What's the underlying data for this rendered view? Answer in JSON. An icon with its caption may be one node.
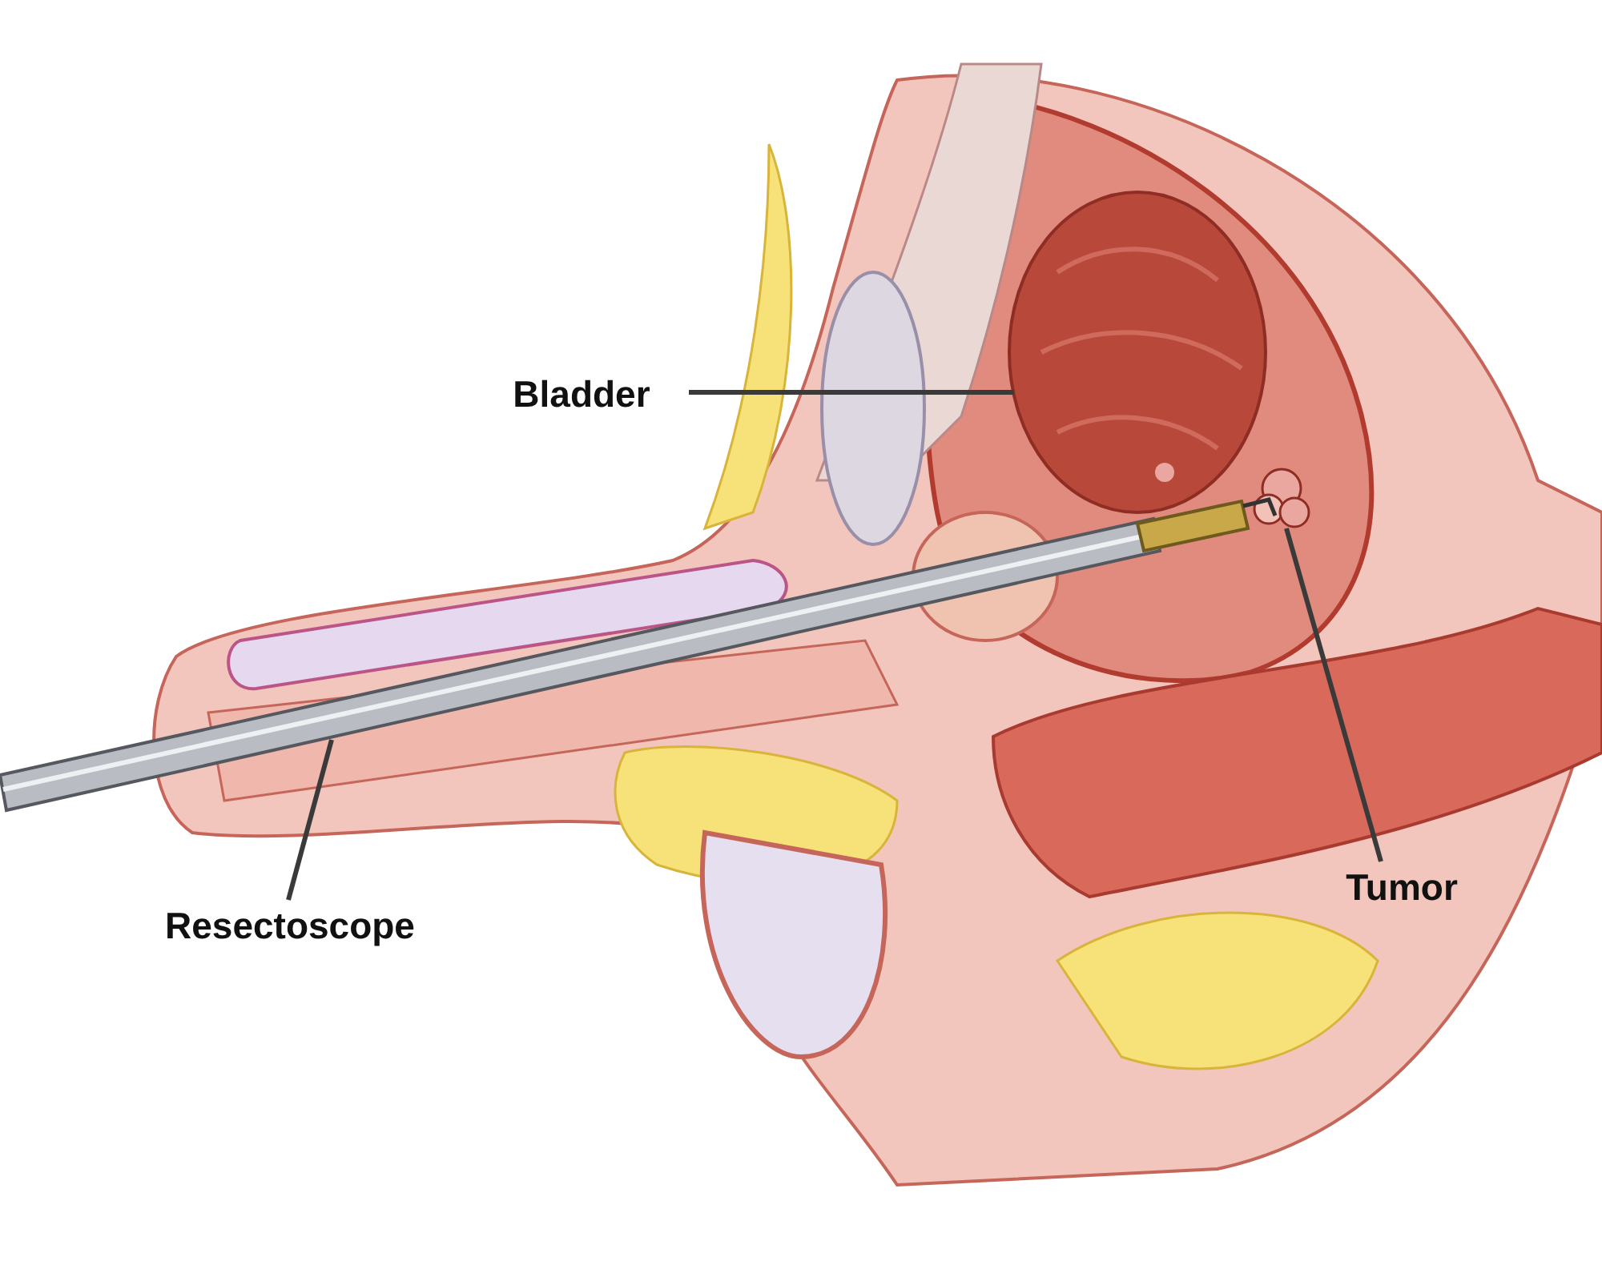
{
  "diagram": {
    "nodes": [
      {
        "text": [
          "Bladder"
        ]
      },
      {
        "text": [],
        "shape": "picture"
      },
      {
        "text": [
          "Tumor"
        ]
      },
      {
        "text": [],
        "shape": "picture"
      },
      {
        "text": [
          "Resectoscope"
        ]
      },
      {
        "text": [],
        "shape": "picture"
      }
    ],
    "edges": [
      {
        "from": 0,
        "to": 1,
        "arrow": "none"
      },
      {
        "from": 2,
        "to": 3,
        "arrow": "none"
      },
      {
        "from": 4,
        "to": 5,
        "arrow": "none"
      }
    ]
  }
}
